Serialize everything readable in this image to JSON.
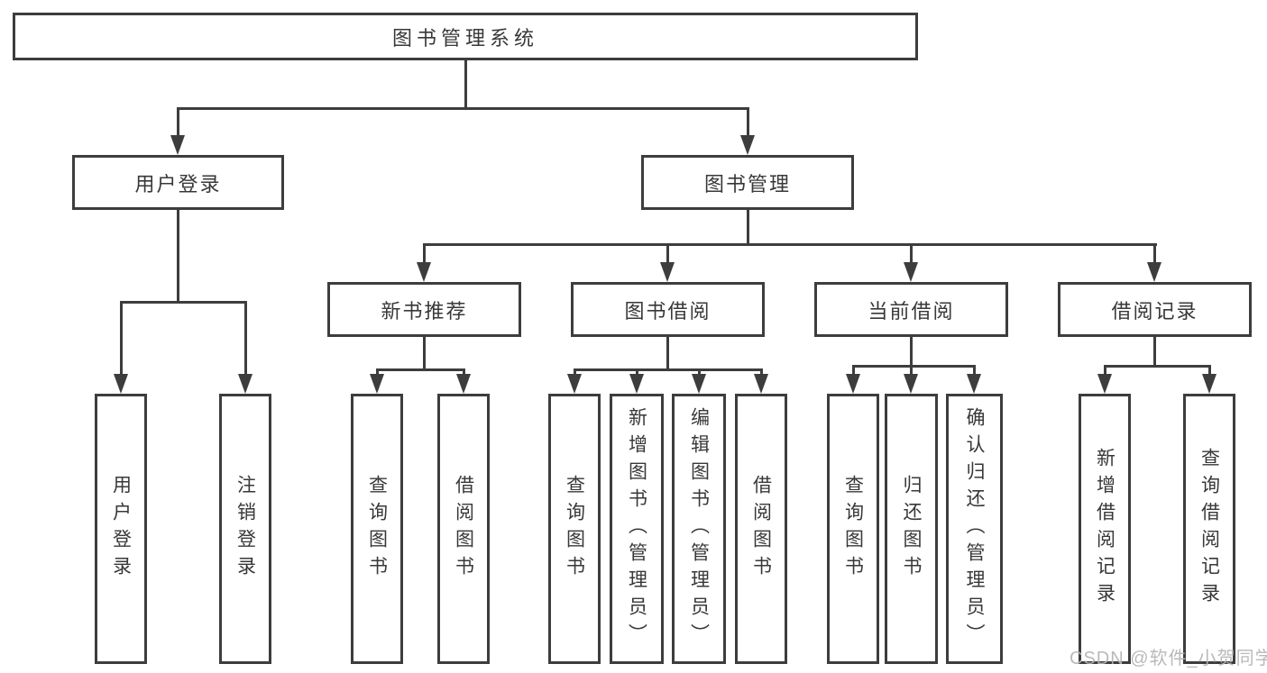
{
  "diagram": {
    "title": "图书管理系统",
    "watermark": "CSDN @软件_小贺同学",
    "colors": {
      "line": "#3d3d3d",
      "text": "#383838",
      "watermark": "#b4b4b4",
      "background": "#ffffff"
    },
    "level2": {
      "user_login": "用户登录",
      "book_mgmt": "图书管理"
    },
    "level3": {
      "new_book_rec": "新书推荐",
      "book_borrow": "图书借阅",
      "current_borrow": "当前借阅",
      "borrow_records": "借阅记录"
    },
    "leaves": {
      "user_login": [
        "用户登录",
        "注销登录"
      ],
      "new_book_rec": [
        "查询图书",
        "借阅图书"
      ],
      "book_borrow": [
        "查询图书",
        "新增图书（管理员）",
        "编辑图书（管理员）",
        "借阅图书"
      ],
      "current_borrow": [
        "查询图书",
        "归还图书",
        "确认归还（管理员）"
      ],
      "borrow_records": [
        "新增借阅记录",
        "查询借阅记录"
      ]
    }
  }
}
